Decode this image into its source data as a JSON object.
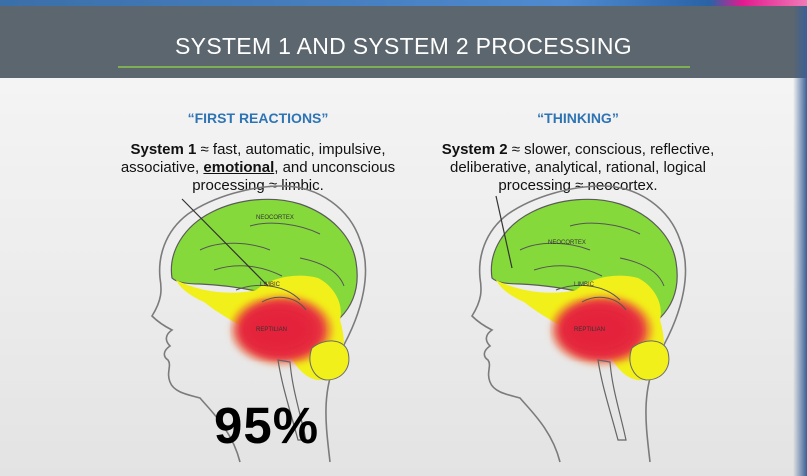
{
  "slide": {
    "title": "SYSTEM 1 AND SYSTEM 2 PROCESSING",
    "left": {
      "heading": "“FIRST REACTIONS”",
      "system_label": "System 1",
      "line1_rest": " ≈ fast, automatic, impulsive,",
      "line2_pre": "associative, ",
      "line2_emph": "emotional",
      "line2_post": ", and unconscious",
      "line3": "processing ≈ limbic.",
      "brain_labels": {
        "neocortex": "NEOCORTEX",
        "limbic": "LIMBIC",
        "reptilian": "REPTILIAN"
      },
      "percent": "95%"
    },
    "right": {
      "heading": "“THINKING”",
      "system_label": "System 2",
      "line1_rest": " ≈ slower, conscious, reflective,",
      "line2": "deliberative, analytical, rational, logical",
      "line3": "processing ≈ neocortex.",
      "brain_labels": {
        "neocortex": "NEOCORTEX",
        "limbic": "LIMBIC",
        "reptilian": "REPTILIAN"
      }
    }
  },
  "colors": {
    "header_bg": "#5c666e",
    "heading_blue": "#2e74b5",
    "neocortex_green": "#86d93a",
    "limbic_yellow": "#f2f01a",
    "reptilian_red": "#e8283c"
  }
}
